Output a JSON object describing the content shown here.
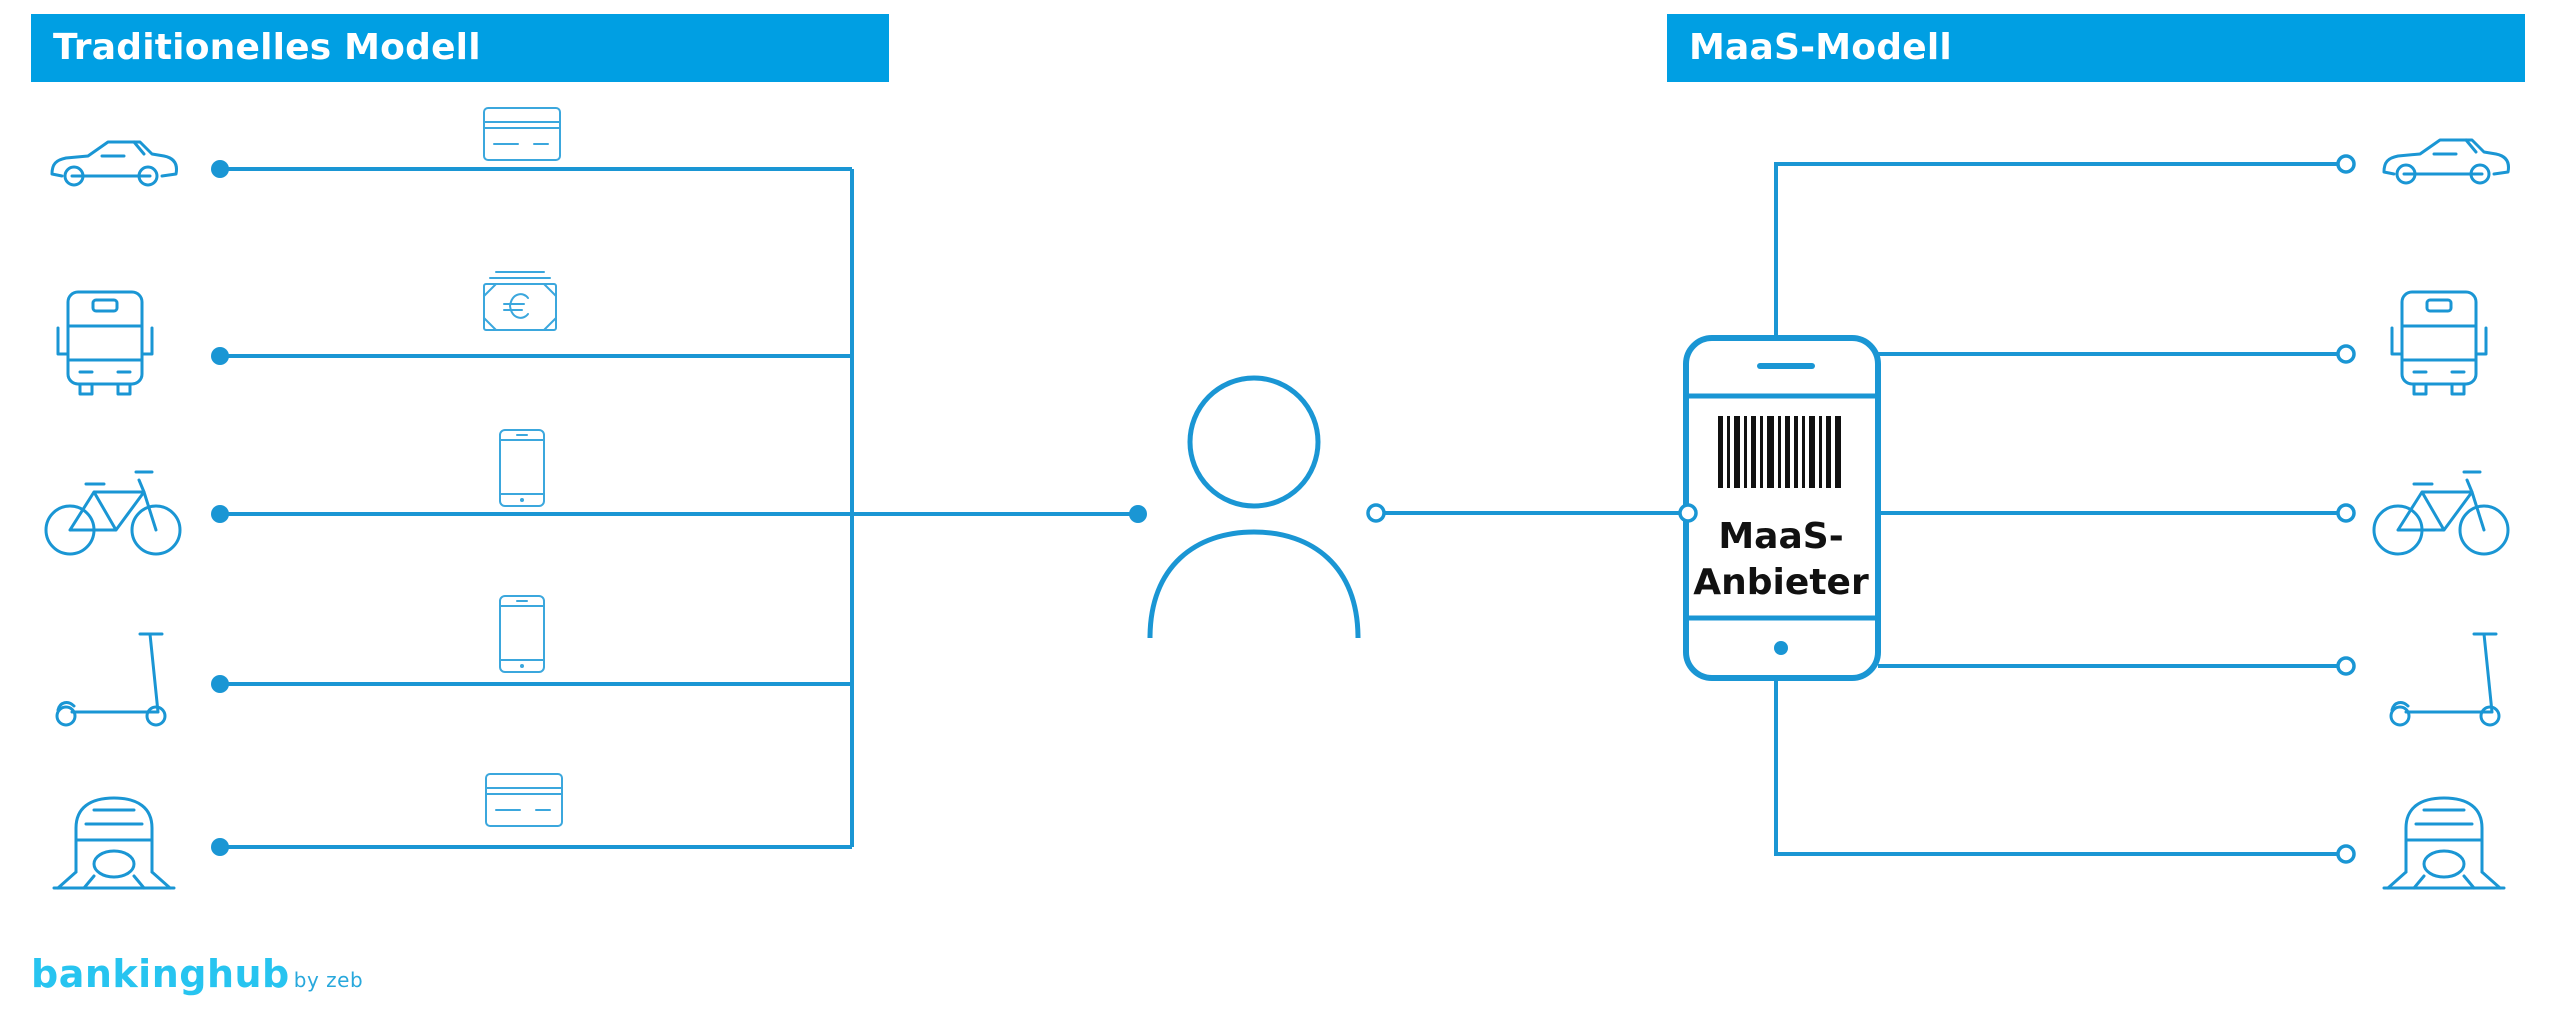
{
  "headers": {
    "left": "Traditionelles Modell",
    "right": "MaaS-Modell"
  },
  "phone": {
    "label_line1": "MaaS-",
    "label_line2": "Anbieter"
  },
  "logo": {
    "brand_part1": "banking",
    "brand_part2": "hub",
    "suffix": "by zeb"
  },
  "transport_modes": [
    "car-icon",
    "bus-icon",
    "bicycle-icon",
    "scooter-icon",
    "train-icon"
  ],
  "payment_methods": [
    "credit-card-icon",
    "cash-euro-icon",
    "smartphone-icon",
    "smartphone-icon",
    "credit-card-icon"
  ],
  "colors": {
    "accent": "#009fe3",
    "line": "#1a96d4",
    "logo": "#27c4f0"
  }
}
